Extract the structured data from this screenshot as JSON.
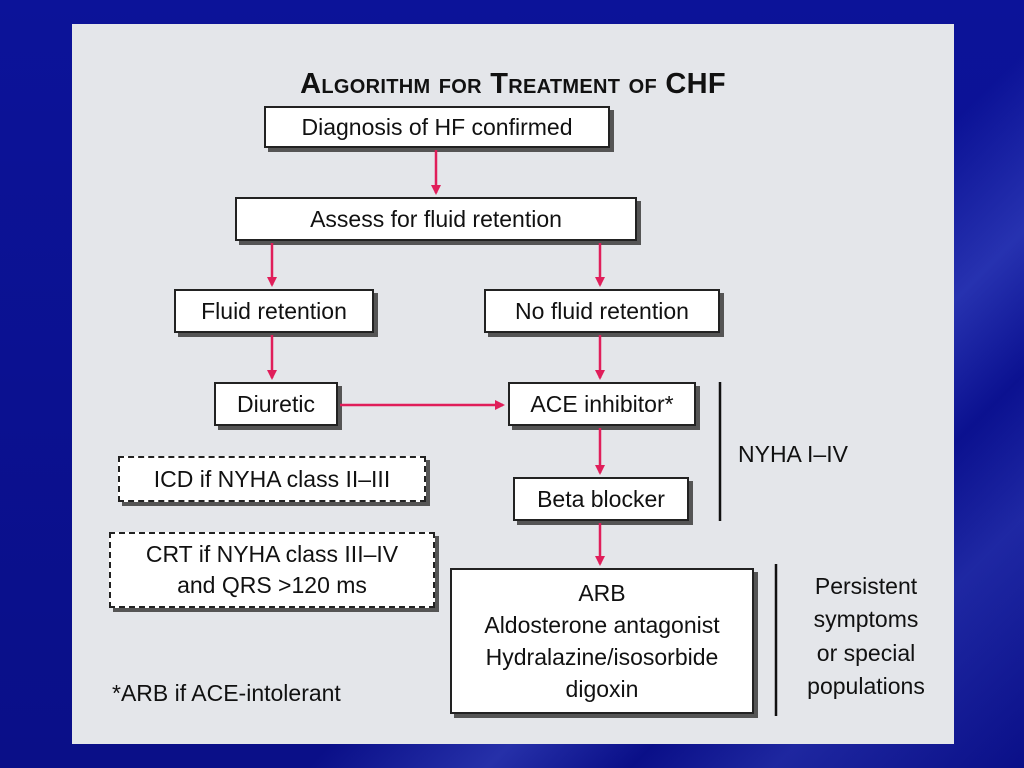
{
  "title": "Algorithm for Treatment of CHF",
  "nodes": {
    "diagnosis": "Diagnosis of HF confirmed",
    "assess": "Assess for fluid retention",
    "fluid_retention": "Fluid retention",
    "no_fluid_retention": "No fluid retention",
    "diuretic": "Diuretic",
    "ace_inhibitor": "ACE inhibitor*",
    "beta_blocker": "Beta blocker",
    "advanced": "ARB\nAldosterone antagonist\nHydralazine/isosorbide\ndigoxin",
    "icd": "ICD if NYHA class II–III",
    "crt": "CRT if NYHA class III–IV\nand QRS >120 ms"
  },
  "labels": {
    "nyha": "NYHA I–IV",
    "persistent": "Persistent\nsymptoms\nor special\npopulations",
    "footnote": "*ARB if ACE-intolerant"
  },
  "colors": {
    "arrow": "#e01e5a",
    "panel": "#e4e6ea",
    "background": "#0a1190"
  }
}
